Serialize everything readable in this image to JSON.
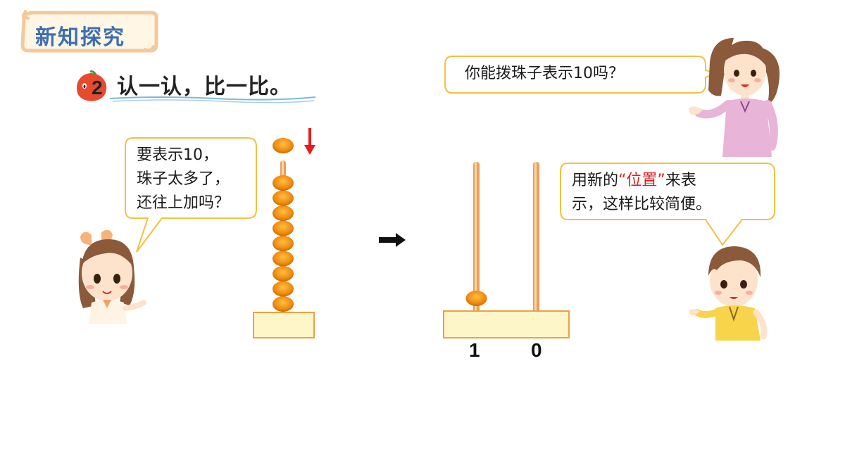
{
  "header": {
    "badge_title": "新知探究"
  },
  "problem": {
    "number": "2",
    "text": "认一认，比一比。"
  },
  "teacher_bubble": {
    "text": "你能拨珠子表示10吗？"
  },
  "girl_bubble": {
    "lines": [
      "要表示10，",
      "珠子太多了，",
      "还往上加吗？"
    ]
  },
  "boy_bubble": {
    "line1_prefix": "用新的",
    "line1_highlight": "“位置”",
    "line1_suffix": "来表",
    "line2": "示，这样比较简便。"
  },
  "abacus_left": {
    "beads_on_rod": 9,
    "bead_added": 1
  },
  "abacus_right": {
    "place_labels": [
      "1",
      "0"
    ],
    "beads": [
      1,
      0
    ]
  },
  "colors": {
    "bead": "#f08a10",
    "rod": "#e8a05a",
    "base": "#fdf6c8",
    "bubble_border": "#f4c040",
    "badge_border": "#f5c89a",
    "badge_text": "#3d6fb0",
    "highlight": "#e02020",
    "arrow_down": "#e81c1c"
  }
}
